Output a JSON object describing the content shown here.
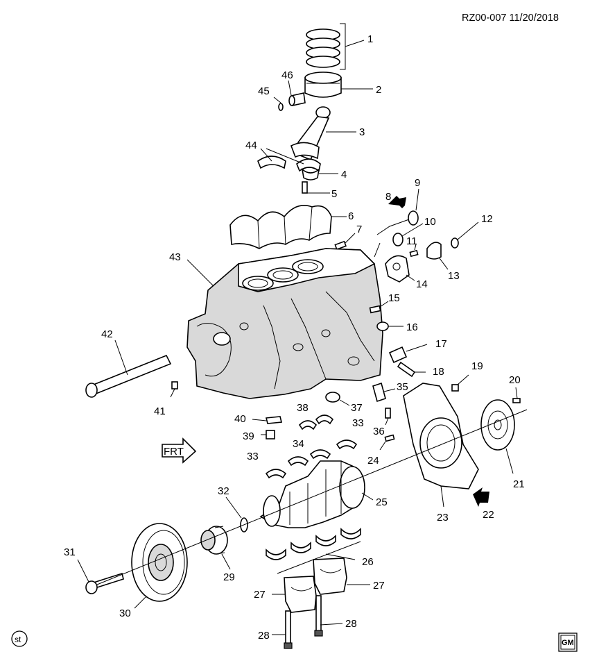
{
  "header": {
    "doc_ref": "RZ00-007  11/20/2018"
  },
  "direction_label": "FRT",
  "corner_mark": "st",
  "logo_text": "GM",
  "callouts": [
    "1",
    "2",
    "3",
    "4",
    "5",
    "6",
    "7",
    "8",
    "9",
    "10",
    "11",
    "12",
    "13",
    "14",
    "15",
    "16",
    "17",
    "18",
    "19",
    "20",
    "21",
    "22",
    "23",
    "24",
    "25",
    "26",
    "27",
    "27",
    "28",
    "28",
    "29",
    "30",
    "31",
    "32",
    "33",
    "33",
    "34",
    "35",
    "36",
    "37",
    "38",
    "39",
    "40",
    "41",
    "42",
    "43",
    "44",
    "45",
    "46"
  ]
}
